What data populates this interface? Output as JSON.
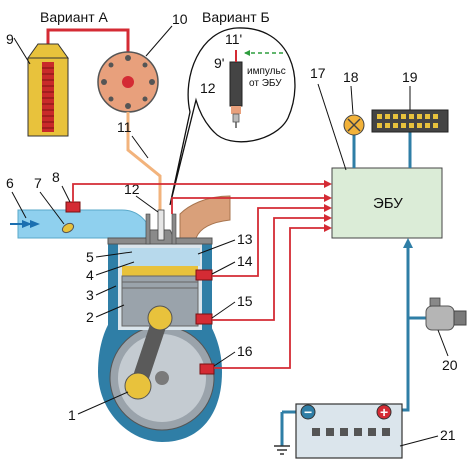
{
  "captions": {
    "variant_a": "Вариант А",
    "variant_b": "Вариант Б",
    "impulse_line1": "импульс",
    "impulse_line2": "от ЭБУ",
    "ecu": "ЭБУ"
  },
  "labels": {
    "n1": "1",
    "n2": "2",
    "n3": "3",
    "n4": "4",
    "n5": "5",
    "n6": "6",
    "n7": "7",
    "n8": "8",
    "n9": "9",
    "n10": "10",
    "n11": "11",
    "n11p": "11'",
    "n9p": "9'",
    "n12": "12",
    "n12b": "12",
    "n13": "13",
    "n14": "14",
    "n15": "15",
    "n16": "16",
    "n17": "17",
    "n18": "18",
    "n19": "19",
    "n20": "20",
    "n21": "21"
  },
  "battery": {
    "minus": "−",
    "plus": "+"
  },
  "colors": {
    "signal_wire": "#d42b34",
    "power_wire": "#2f7ea6",
    "ecu_fill": "#dbecd7",
    "coil": "#e8c23c",
    "distributor": "#e8a07c",
    "intake_air": "#8fd0ee"
  }
}
